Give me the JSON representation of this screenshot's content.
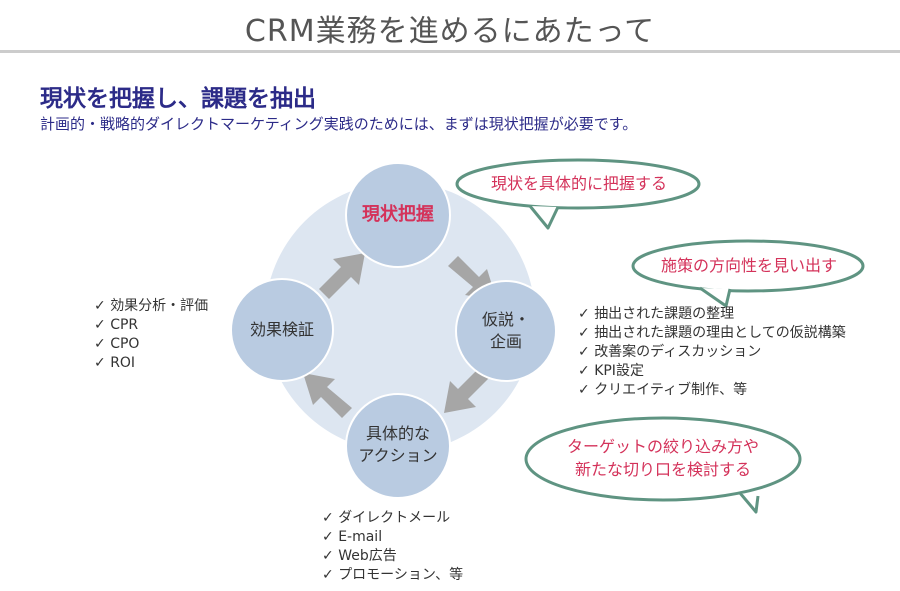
{
  "slide": {
    "title": "CRM業務を進めるにあたって",
    "heading": "現状を把握し、課題を抽出",
    "subheading": "計画的・戦略的ダイレクトマーケティング実践のためには、まずは現状把握が必要です。"
  },
  "colors": {
    "heading": "#2c2b88",
    "accent": "#d4325a",
    "node_fill": "#b9cbe1",
    "ring_fill": "#dde6f1",
    "arrow": "#a6a6a6",
    "callout_stroke": "#5f9482"
  },
  "cycle": {
    "top": "現状把握",
    "right": [
      "仮説・",
      "企画"
    ],
    "bottom": [
      "具体的な",
      "アクション"
    ],
    "left": "効果検証"
  },
  "lists": {
    "left": [
      "効果分析・評価",
      "CPR",
      "CPO",
      "ROI"
    ],
    "right": [
      "抽出された課題の整理",
      "抽出された課題の理由としての仮説構築",
      "改善案のディスカッション",
      "KPI設定",
      "クリエイティブ制作、等"
    ],
    "bottom": [
      "ダイレクトメール",
      "E-mail",
      "Web広告",
      "プロモーション、等"
    ]
  },
  "callouts": {
    "top": "現状を具体的に把握する",
    "middle": "施策の方向性を見い出す",
    "bottom": [
      "ターゲットの絞り込み方や",
      "新たな切り口を検討する"
    ]
  }
}
